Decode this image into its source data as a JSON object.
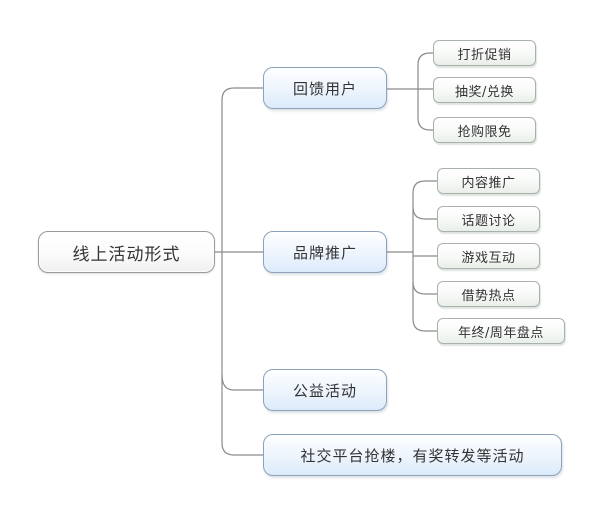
{
  "diagram": {
    "type": "mindmap",
    "title": "线上活动形式",
    "colors": {
      "background": "#ffffff",
      "connector": "#8a8a8a",
      "root_border": "#9a9a9a",
      "branch_border": "#8ba2b8",
      "branch_fill": "#dcebfb",
      "leaf_border": "#a8b2aa",
      "leaf_fill": "#eef2ee",
      "text": "#333333"
    }
  },
  "root": {
    "label": "线上活动形式"
  },
  "branches": [
    {
      "label": "回馈用户",
      "children": [
        {
          "label": "打折促销"
        },
        {
          "label": "抽奖/兑换"
        },
        {
          "label": "抢购限免"
        }
      ]
    },
    {
      "label": "品牌推广",
      "children": [
        {
          "label": "内容推广"
        },
        {
          "label": "话题讨论"
        },
        {
          "label": "游戏互动"
        },
        {
          "label": "借势热点"
        },
        {
          "label": "年终/周年盘点"
        }
      ]
    },
    {
      "label": "公益活动",
      "children": []
    },
    {
      "label": "社交平台抢楼，有奖转发等活动",
      "children": []
    }
  ]
}
